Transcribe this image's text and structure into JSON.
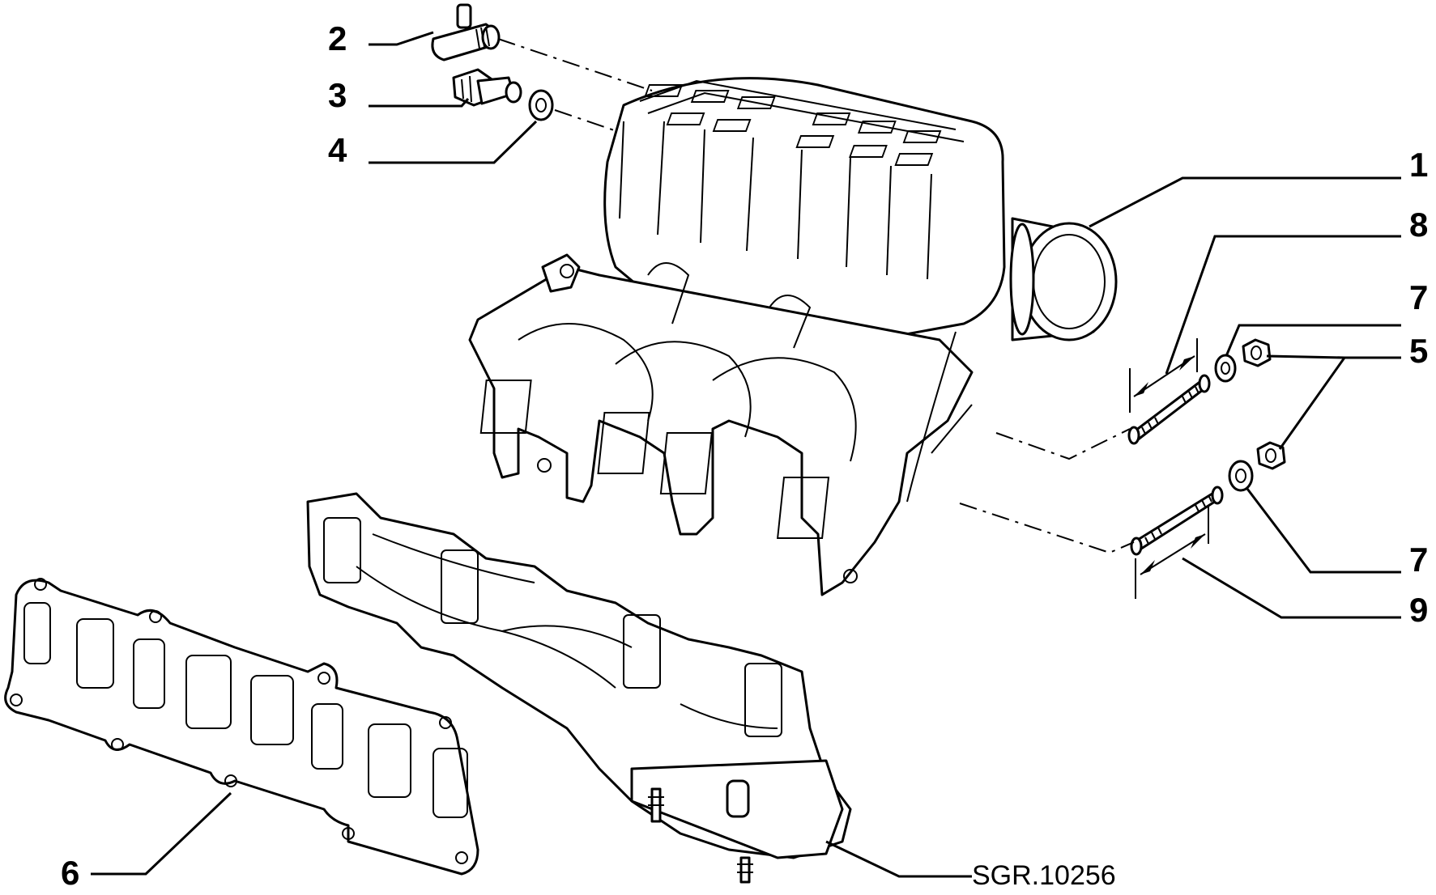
{
  "callouts": [
    {
      "id": "2",
      "label": "2"
    },
    {
      "id": "3",
      "label": "3"
    },
    {
      "id": "4",
      "label": "4"
    },
    {
      "id": "1",
      "label": "1"
    },
    {
      "id": "8",
      "label": "8"
    },
    {
      "id": "7a",
      "label": "7"
    },
    {
      "id": "5",
      "label": "5"
    },
    {
      "id": "7b",
      "label": "7"
    },
    {
      "id": "9",
      "label": "9"
    },
    {
      "id": "6",
      "label": "6"
    }
  ],
  "reference_code": "SGR.10256"
}
